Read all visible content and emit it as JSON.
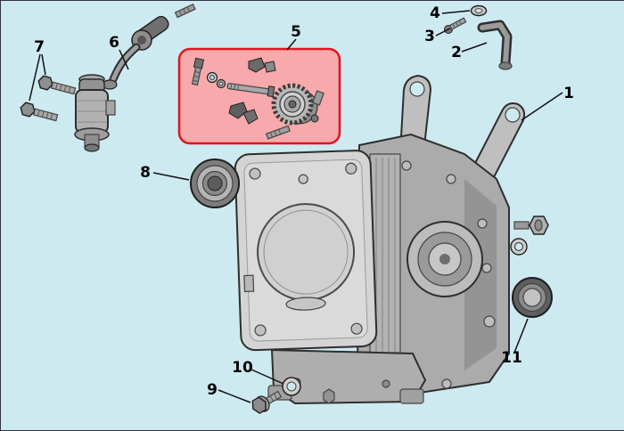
{
  "canvas": {
    "background": "#cdeaf0"
  },
  "highlight_box": {
    "fill": "#f7a9ab",
    "stroke": "#e01420"
  },
  "callouts": [
    {
      "label": "1"
    },
    {
      "label": "2"
    },
    {
      "label": "3"
    },
    {
      "label": "4"
    },
    {
      "label": "5"
    },
    {
      "label": "6"
    },
    {
      "label": "7"
    },
    {
      "label": "8"
    },
    {
      "label": "9"
    },
    {
      "label": "10"
    },
    {
      "label": "11"
    }
  ]
}
